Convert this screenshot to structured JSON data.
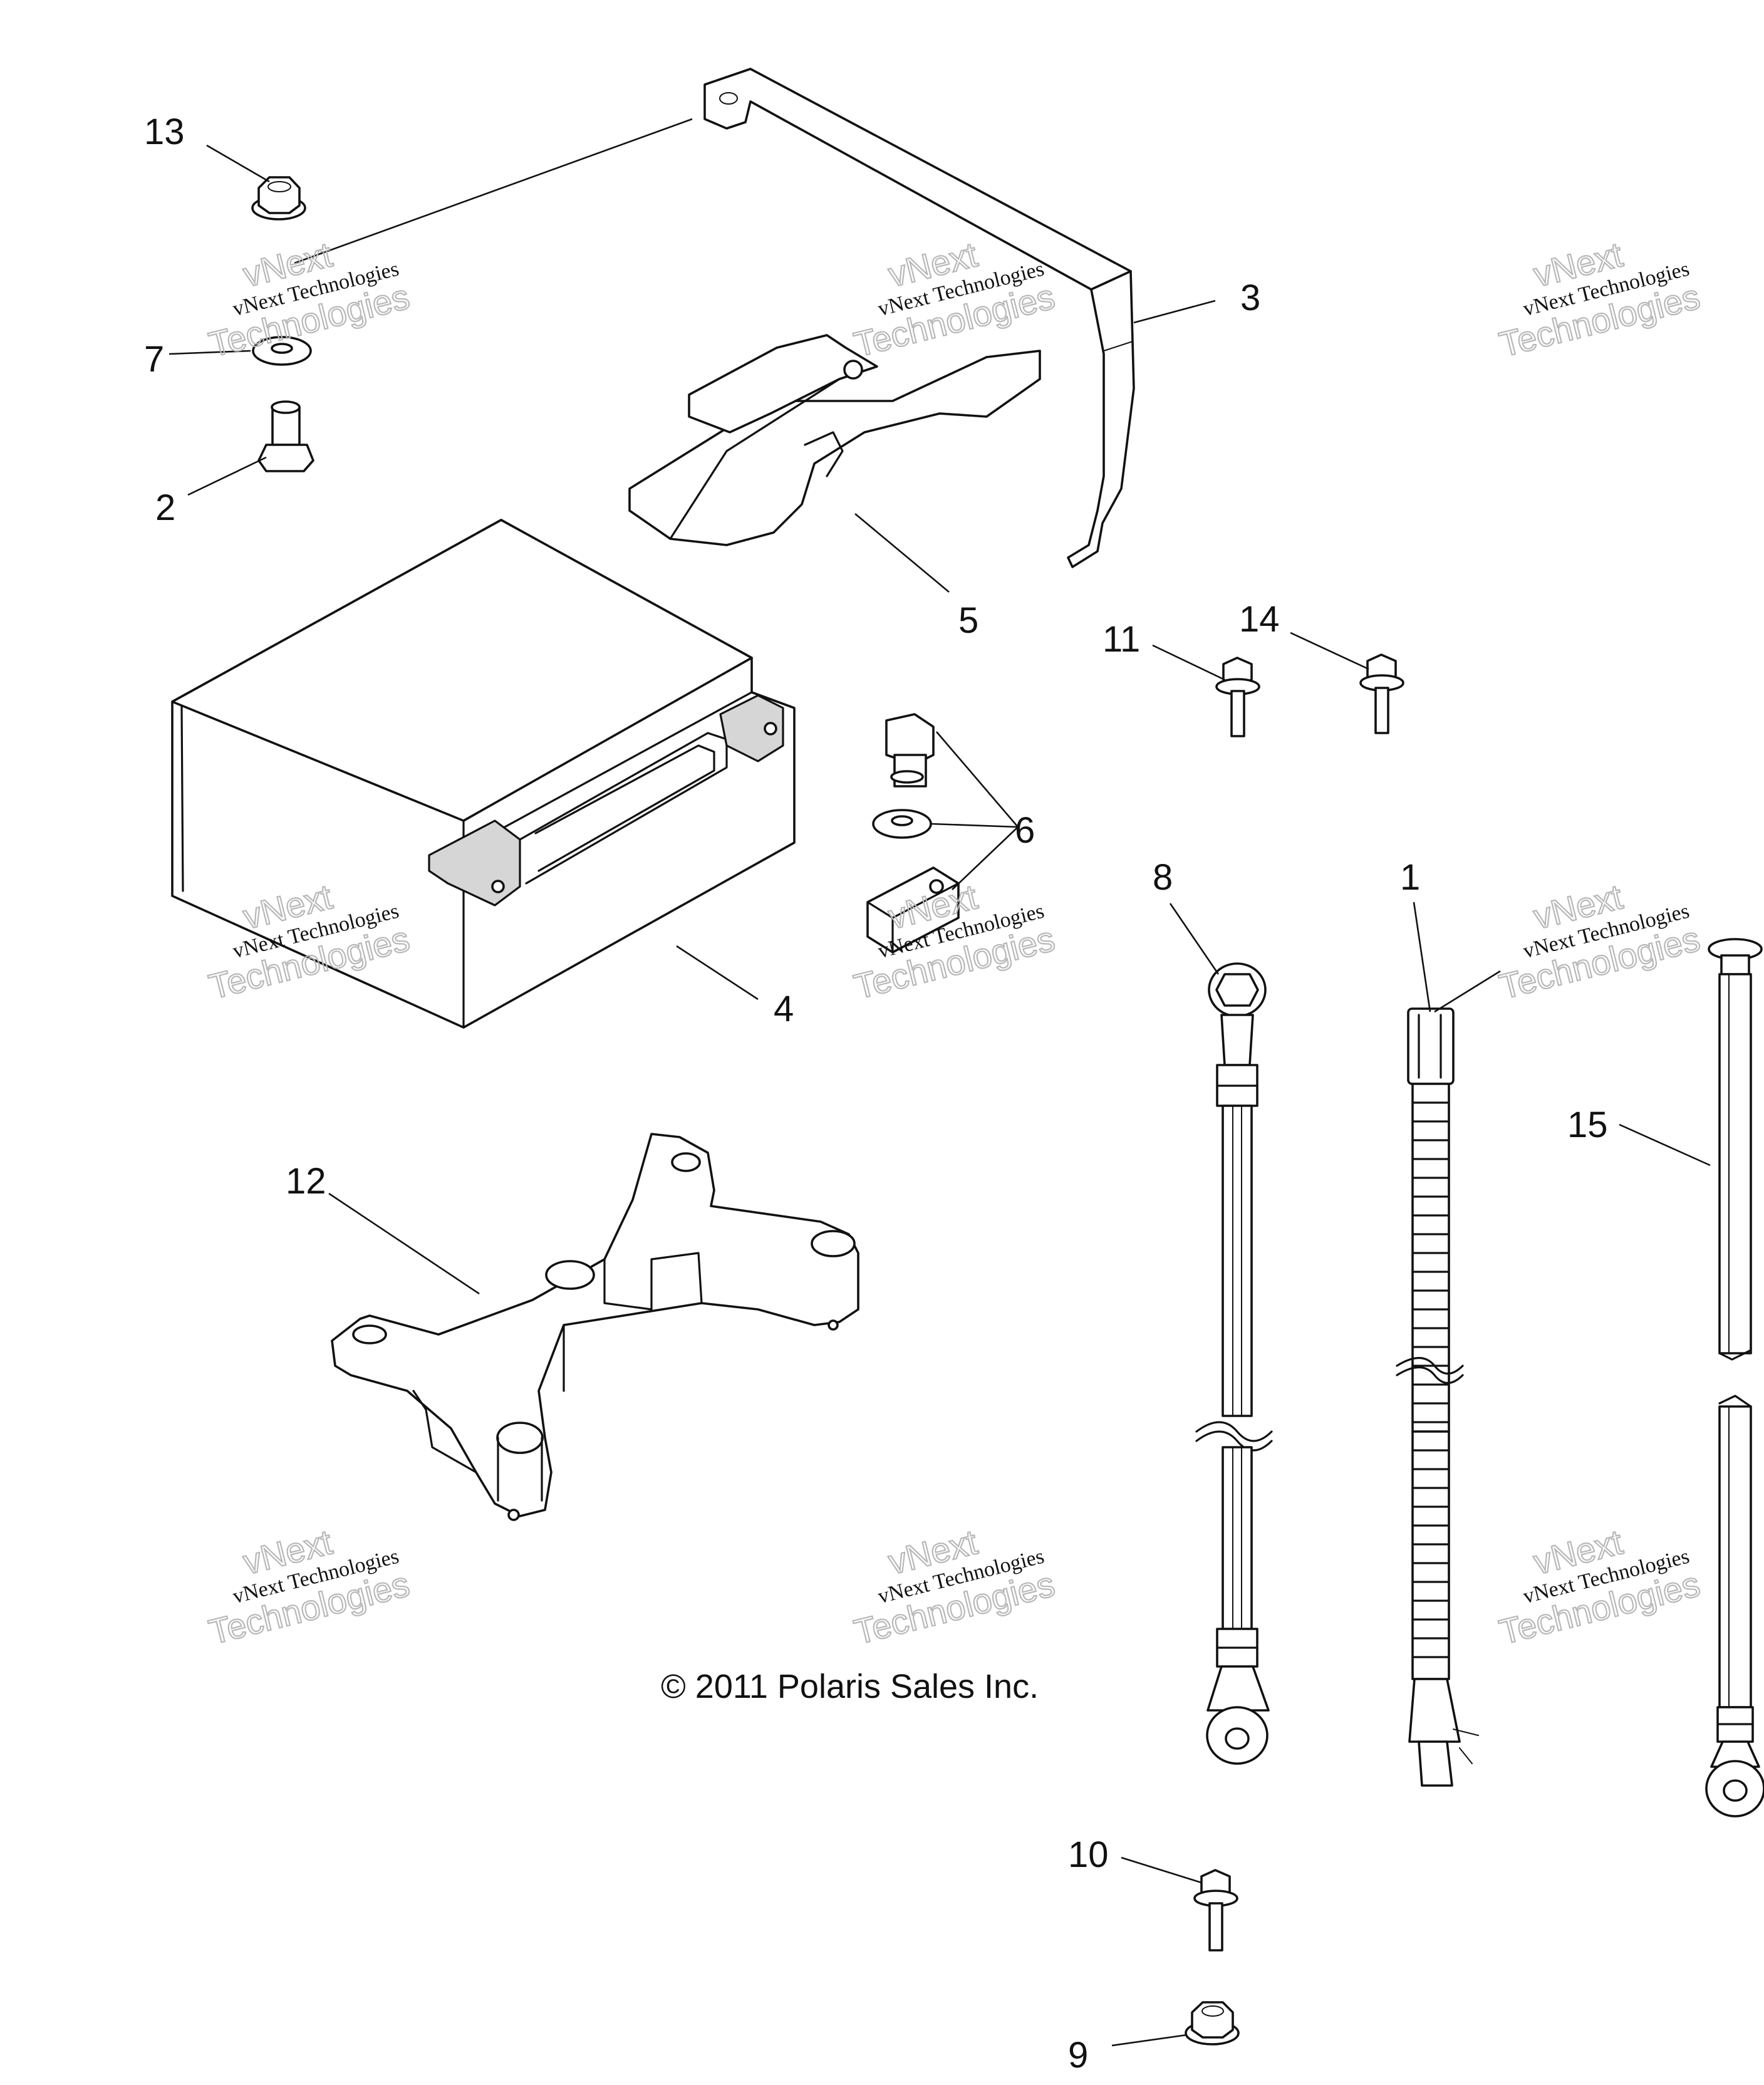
{
  "callouts": {
    "c1": "1",
    "c2": "2",
    "c3": "3",
    "c4": "4",
    "c5": "5",
    "c6": "6",
    "c7": "7",
    "c8": "8",
    "c9": "9",
    "c10": "10",
    "c11": "11",
    "c12": "12",
    "c13": "13",
    "c14": "14",
    "c15": "15"
  },
  "watermark": {
    "line1": "vNext Technologies",
    "line2": "vNext",
    "line3": "Technologies"
  },
  "copyright": "© 2011 Polaris Sales Inc."
}
